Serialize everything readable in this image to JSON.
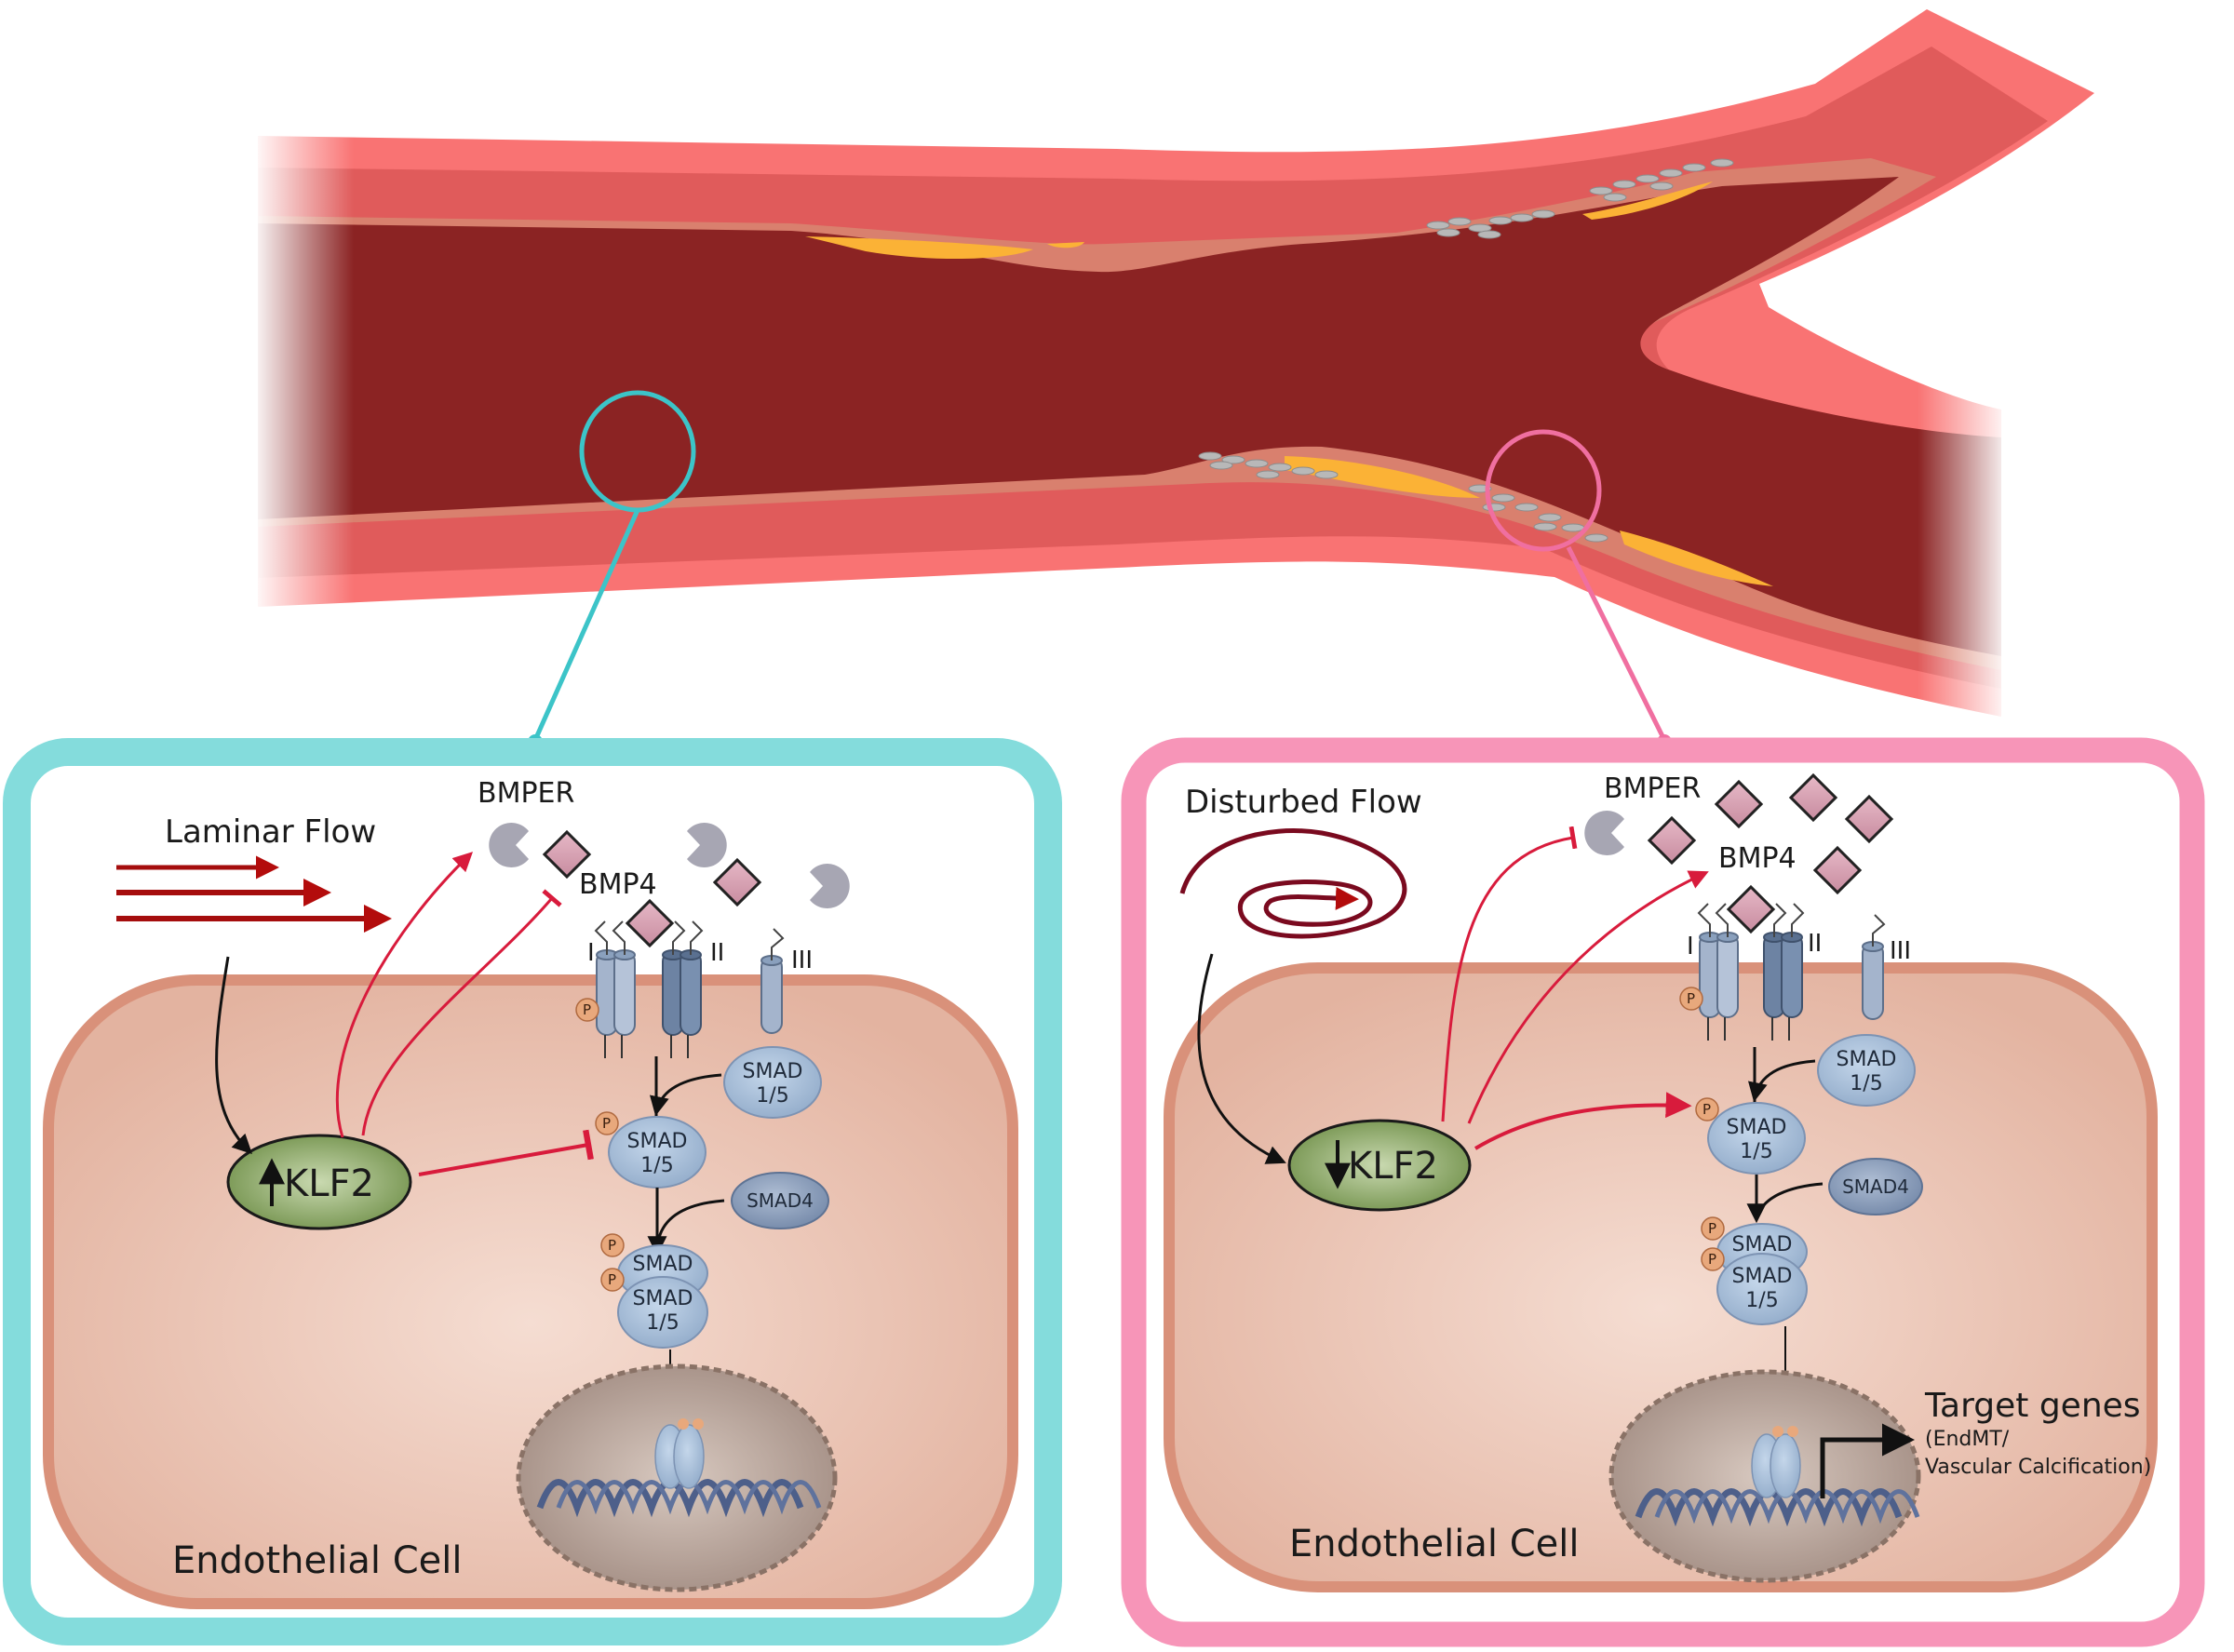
{
  "figure": {
    "title": "Laminar vs disturbed flow regulation of BMP4 signaling via KLF2 in endothelial cells",
    "colors": {
      "lumen": "#8b2323",
      "intima": "#d9806e",
      "media": "#e05b5b",
      "adventitia": "#f97373",
      "lipid": "#fbb236",
      "calcification": "#b8b8b8",
      "laminar_accent": "#4fc9c9",
      "disturbed_accent": "#f07fa8",
      "cell_fill": "#e8bba9",
      "cell_border": "#d9917a",
      "klf2_fill": "#8fa86b",
      "smad_fill": "#a8c0db",
      "smad4_fill": "#8ea3bf",
      "bmp4_fill": "#d9a3b4",
      "bmper_fill": "#a7a6b3",
      "activation_arrow": "#d81b3c",
      "flow_arrow": "#8b0a12"
    }
  },
  "artery": {
    "regions": [
      {
        "name": "healthy-region",
        "marker": "laminar"
      },
      {
        "name": "bifurcation-plaque-region",
        "marker": "disturbed"
      }
    ]
  },
  "panels": {
    "laminar": {
      "flow_label": "Laminar Flow",
      "bmper_label": "BMPER",
      "bmp4_label": "BMP4",
      "receptor_labels": [
        "I",
        "II",
        "III"
      ],
      "klf2_label": "KLF2",
      "klf2_direction": "up",
      "klf2_effect_on_smad": "inhibits",
      "smad15_label": [
        "SMAD",
        "1/5"
      ],
      "smad4_label": "SMAD4",
      "complex_labels": [
        "SMAD",
        "SMAD",
        "1/5"
      ],
      "p_label": "P",
      "cell_label": "Endothelial Cell"
    },
    "disturbed": {
      "flow_label": "Disturbed Flow",
      "bmper_label": "BMPER",
      "bmp4_label": "BMP4",
      "receptor_labels": [
        "I",
        "II",
        "III"
      ],
      "klf2_label": "KLF2",
      "klf2_direction": "down",
      "klf2_effect_on_smad": "activates",
      "smad15_label": [
        "SMAD",
        "1/5"
      ],
      "smad4_label": "SMAD4",
      "complex_labels": [
        "SMAD",
        "SMAD",
        "1/5"
      ],
      "p_label": "P",
      "target_genes_title": "Target genes",
      "target_genes_line1": "(EndMT/",
      "target_genes_line2": "Vascular Calcification)",
      "cell_label": "Endothelial Cell"
    }
  }
}
